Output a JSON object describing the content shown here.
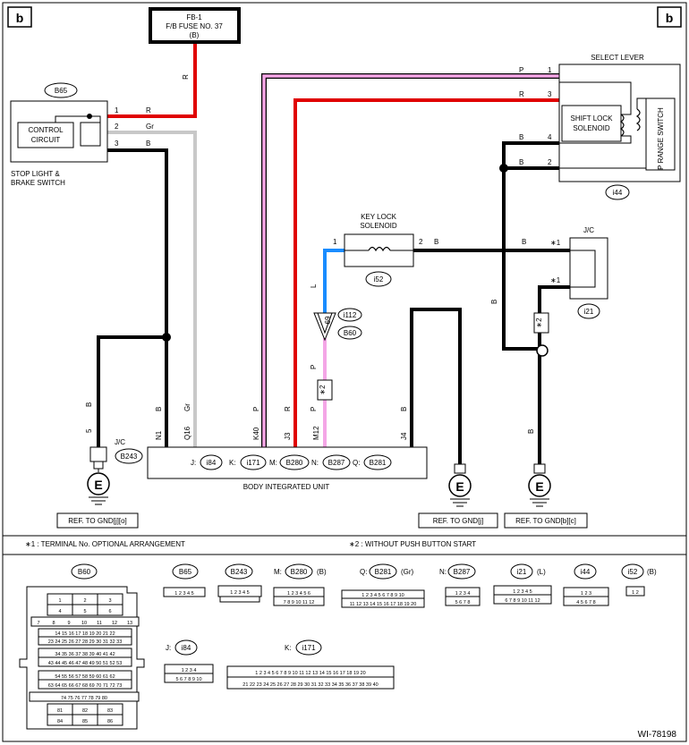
{
  "corner_label": "b",
  "fuse": {
    "line1": "FB-1",
    "line2": "F/B FUSE NO. 37",
    "line3": "(B)"
  },
  "stop_switch": {
    "conn": "B65",
    "label1": "CONTROL",
    "label2": "CIRCUIT",
    "name1": "STOP LIGHT &",
    "name2": "BRAKE SWITCH",
    "pins": [
      "1",
      "2",
      "3"
    ],
    "wires": [
      "R",
      "Gr",
      "B"
    ]
  },
  "select_lever": {
    "title": "SELECT LEVER",
    "solenoid1": "SHIFT LOCK",
    "solenoid2": "SOLENOID",
    "switch": "P RANGE SWITCH",
    "conn": "i44",
    "pins": [
      "1",
      "3",
      "4",
      "2"
    ],
    "wires": [
      "P",
      "R",
      "B",
      "B"
    ]
  },
  "key_lock": {
    "title1": "KEY LOCK",
    "title2": "SOLENOID",
    "conn": "i52",
    "pin1": "1",
    "pin2": "2",
    "wire_right": "B",
    "wire_left": "L"
  },
  "jc_right": {
    "title": "J/C",
    "conn": "i21",
    "star": "∗1",
    "wire": "B"
  },
  "jc_left": {
    "title": "J/C",
    "conn": "B243",
    "pin": "5",
    "wire": "B"
  },
  "connector_69": {
    "pin": "69",
    "c1": "i112",
    "c2": "B60"
  },
  "star2": "∗2",
  "wire_r": "R",
  "wire_p": "P",
  "wire_b": "B",
  "wire_gr": "Gr",
  "biu": {
    "name": "BODY INTEGRATED UNIT",
    "prefixes": [
      "J:",
      "K:",
      "M:",
      "N:",
      "Q:"
    ],
    "conns": [
      "i84",
      "i171",
      "B280",
      "B287",
      "B281"
    ],
    "pins": [
      "N1",
      "Q16",
      "K40",
      "J3",
      "M12",
      "J4"
    ]
  },
  "ground": "E",
  "refs": [
    "REF. TO GND[j][o]",
    "REF. TO GND[j]",
    "REF. TO GND[b][c]"
  ],
  "notes": {
    "n1": "∗1   : TERMINAL No. OPTIONAL ARRANGEMENT",
    "n2": "∗2   : WITHOUT PUSH BUTTON START"
  },
  "legend": {
    "b60": "B60",
    "b65": "B65",
    "b243": "B243",
    "b280": "B280",
    "b280_pre": "M:",
    "b280_suf": "(B)",
    "b281": "B281",
    "b281_pre": "Q:",
    "b281_suf": "(Gr)",
    "b287": "B287",
    "b287_pre": "N:",
    "i21": "i21",
    "i21_suf": "(L)",
    "i44": "i44",
    "i52": "i52",
    "i52_suf": "(B)",
    "i84": "i84",
    "i84_pre": "J:",
    "i171": "i171",
    "i171_pre": "K:"
  },
  "doc_id": "WI-78198"
}
